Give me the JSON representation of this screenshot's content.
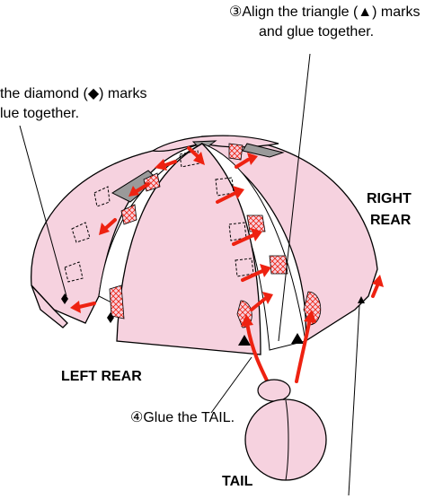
{
  "instructions": {
    "step3_line1": "③Align the triangle (▲) marks",
    "step3_line2": "and glue together.",
    "step2_line1": "the diamond (◆) marks",
    "step2_line2": "lue together.",
    "step4": "④Glue the TAIL."
  },
  "labels": {
    "right_rear_1": "RIGHT",
    "right_rear_2": "REAR",
    "left_rear": "LEFT REAR",
    "tail": "TAIL"
  },
  "colors": {
    "paper_pink": "#f6d2df",
    "arrow_red": "#ee2211",
    "tab_gray": "#9a9a9a",
    "outline": "#000000"
  }
}
